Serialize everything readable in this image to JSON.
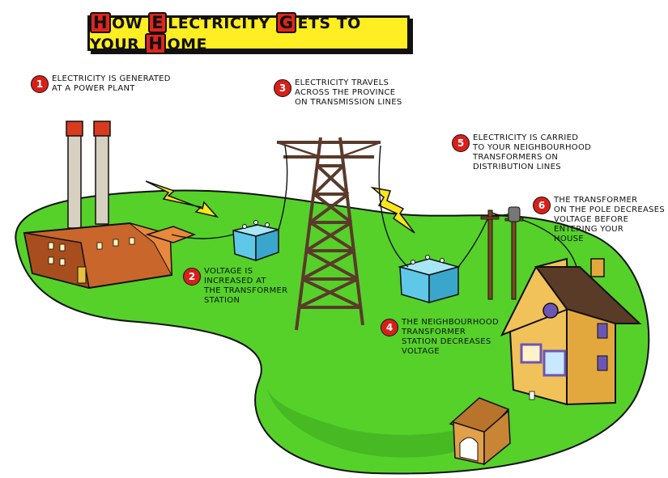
{
  "title": {
    "parts": [
      {
        "cap": "H",
        "rest": "ow "
      },
      {
        "cap": "E",
        "rest": "lectricity "
      },
      {
        "cap": "G",
        "rest": "ets to Your "
      },
      {
        "cap": "H",
        "rest": "ome"
      }
    ]
  },
  "steps": [
    {
      "number": "1",
      "text": "Electricity is Generated\nat a Power Plant"
    },
    {
      "number": "2",
      "text": "Voltage is\nincreased at\nthe Transformer\nStation"
    },
    {
      "number": "3",
      "text": "Electricity travels\nacross the province\non transmission lines"
    },
    {
      "number": "4",
      "text": "The neighbourhood\ntransformer\nstation decreases\nvoltage"
    },
    {
      "number": "5",
      "text": "Electricity is carried\nto your neighbourhood\ntransformers on\ndistribution lines"
    },
    {
      "number": "6",
      "text": "The transformer\non the pole decreases\nvoltage before\nentering your\nhouse"
    }
  ],
  "colors": {
    "grass": "#55d12a",
    "grass_dark": "#3aa51d",
    "banner": "#ffee22",
    "badge_red": "#d8201a",
    "lightning": "#ffe51a",
    "plant_brick": "#c9662b",
    "tower": "#5a3a2a",
    "transformer": "#5fc8e8",
    "house_wall": "#f2c25a",
    "house_roof": "#5a3b28",
    "house_window": "#6b55b5",
    "doghouse": "#e1a04a"
  },
  "icons": [
    "power-plant-icon",
    "transmission-tower-icon",
    "transformer-icon",
    "lightning-bolt-icon",
    "utility-pole-icon",
    "house-icon",
    "doghouse-icon"
  ]
}
